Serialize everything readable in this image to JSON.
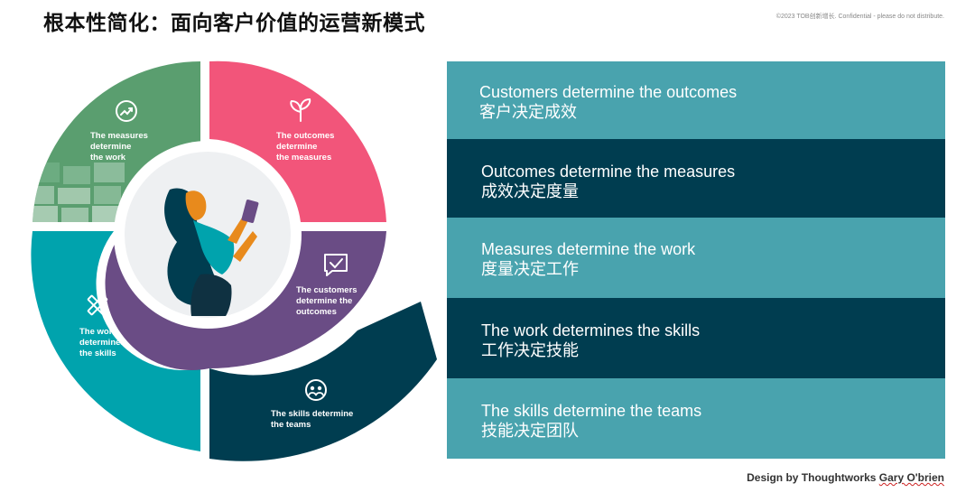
{
  "header": {
    "title": "根本性简化：面向客户价值的运营新模式",
    "copyright": "©2023 TOB创新增长. Confidential - please do not distribute."
  },
  "wheel": {
    "segments": [
      {
        "label_lines": [
          "The measures",
          "determine",
          "the work"
        ],
        "color": "#5a9e6f",
        "icon": "trend-up-icon"
      },
      {
        "label_lines": [
          "The outcomes",
          "determine",
          "the measures"
        ],
        "color": "#f2557a",
        "icon": "sprout-icon"
      },
      {
        "label_lines": [
          "The customers",
          "determine the",
          "outcomes"
        ],
        "color": "#6a4c85",
        "icon": "chat-check-icon"
      },
      {
        "label_lines": [
          "The skills determine",
          "the teams"
        ],
        "color": "#003d50",
        "icon": "team-icon"
      },
      {
        "label_lines": [
          "The work",
          "determines",
          "the skills"
        ],
        "color": "#00a3ad",
        "icon": "tools-icon"
      }
    ]
  },
  "rows": [
    {
      "en": "Customers determine the outcomes",
      "zh": "客户决定成效"
    },
    {
      "en": "Outcomes determine the measures",
      "zh": "成效决定度量"
    },
    {
      "en": "Measures determine the work",
      "zh": "度量决定工作"
    },
    {
      "en": "The work determines the skills",
      "zh": "工作决定技能"
    },
    {
      "en": "The skills determine the teams",
      "zh": "技能决定团队"
    }
  ],
  "credit": {
    "prefix": "Design by Thoughtworks ",
    "name": "Gary O'brien"
  }
}
